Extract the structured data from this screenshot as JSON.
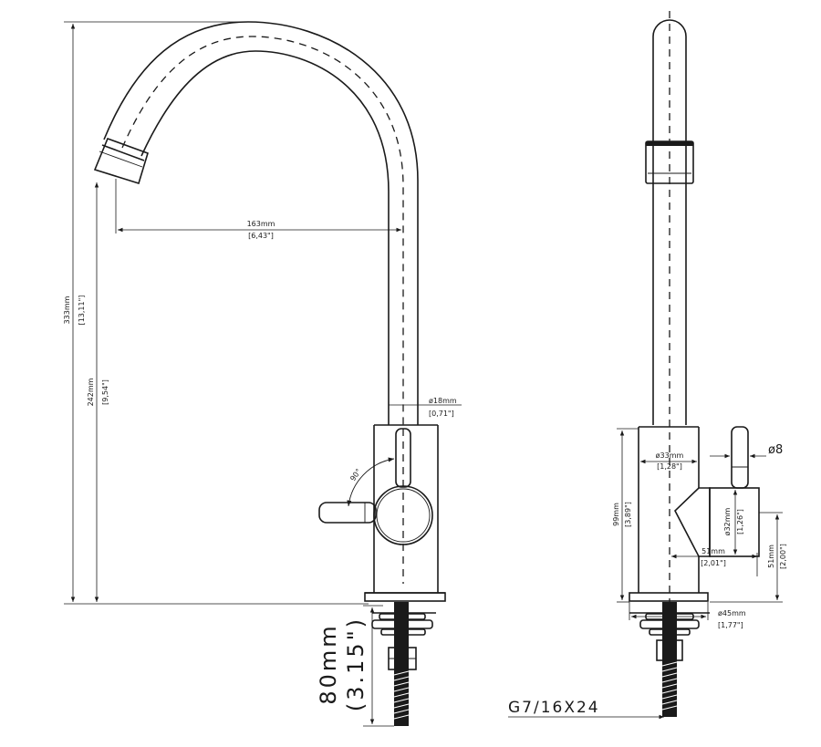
{
  "dimensions": {
    "total_height": {
      "value": "333mm",
      "imperial": "[13,11\"]"
    },
    "spout_height": {
      "value": "242mm",
      "imperial": "[9,54\"]"
    },
    "spout_reach": {
      "value": "163mm",
      "imperial": "[6,43\"]"
    },
    "spout_diameter": {
      "value": "ø18mm",
      "imperial": "[0,71\"]"
    },
    "handle_rotation": {
      "value": "90°"
    },
    "shank_length": {
      "value": "80mm",
      "imperial": "(3.15\")"
    },
    "body_diameter": {
      "value": "ø33mm",
      "imperial": "[1,28\"]"
    },
    "body_height": {
      "value": "99mm",
      "imperial": "[3,89\"]"
    },
    "handle_boss_diameter": {
      "value": "ø32mm",
      "imperial": "[1,26\"]"
    },
    "handle_offset": {
      "value": "51mm",
      "imperial": "[2,01\"]"
    },
    "handle_height": {
      "value": "51mm",
      "imperial": "[2,00\"]"
    },
    "base_diameter": {
      "value": "ø45mm",
      "imperial": "[1,77\"]"
    },
    "lever_diameter": {
      "value": "ø8"
    }
  },
  "thread_spec": "G7/16X24"
}
